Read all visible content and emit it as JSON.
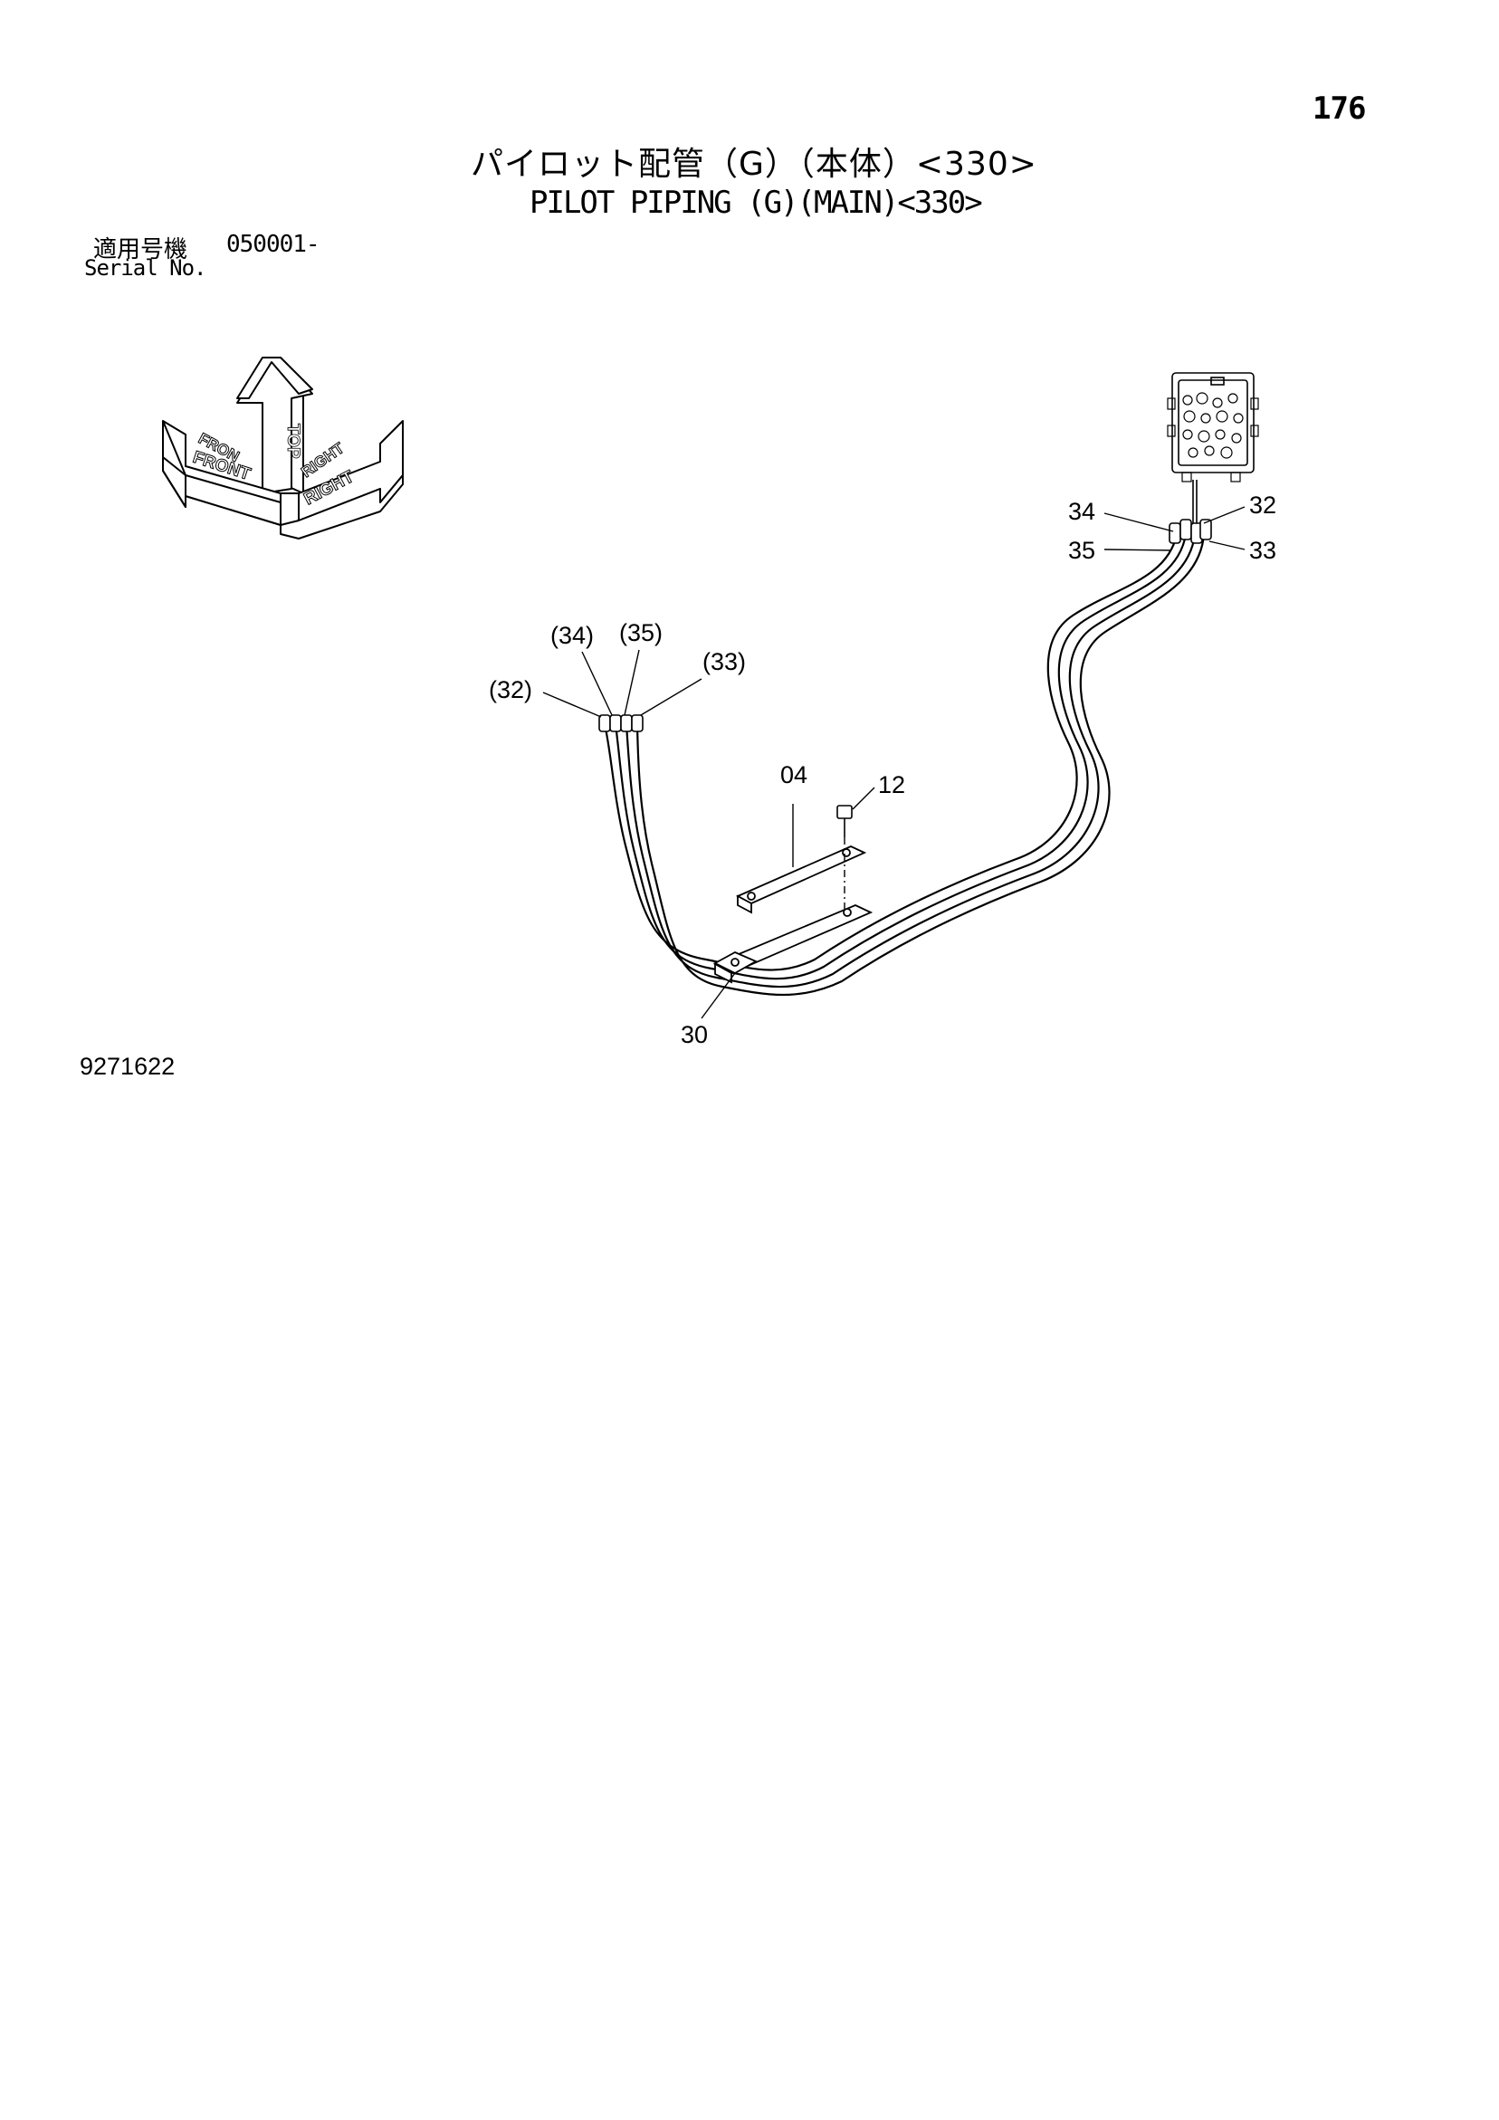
{
  "page_number": "176",
  "title": {
    "jp": "パイロット配管（G）（本体）<330>",
    "en": "PILOT PIPING (G)(MAIN)<330>"
  },
  "serial": {
    "label_jp": "適用号機",
    "value": "050001-",
    "label_en": "Serial No."
  },
  "orientation": {
    "top": "TOP",
    "front": "FRONT",
    "right": "RIGHT"
  },
  "callouts": {
    "c34": "34",
    "c35": "35",
    "c32": "32",
    "c33": "33",
    "p34": "(34)",
    "p35": "(35)",
    "p32": "(32)",
    "p33": "(33)",
    "c04": "04",
    "c12": "12",
    "c30": "30"
  },
  "drawing_code": "9271622"
}
